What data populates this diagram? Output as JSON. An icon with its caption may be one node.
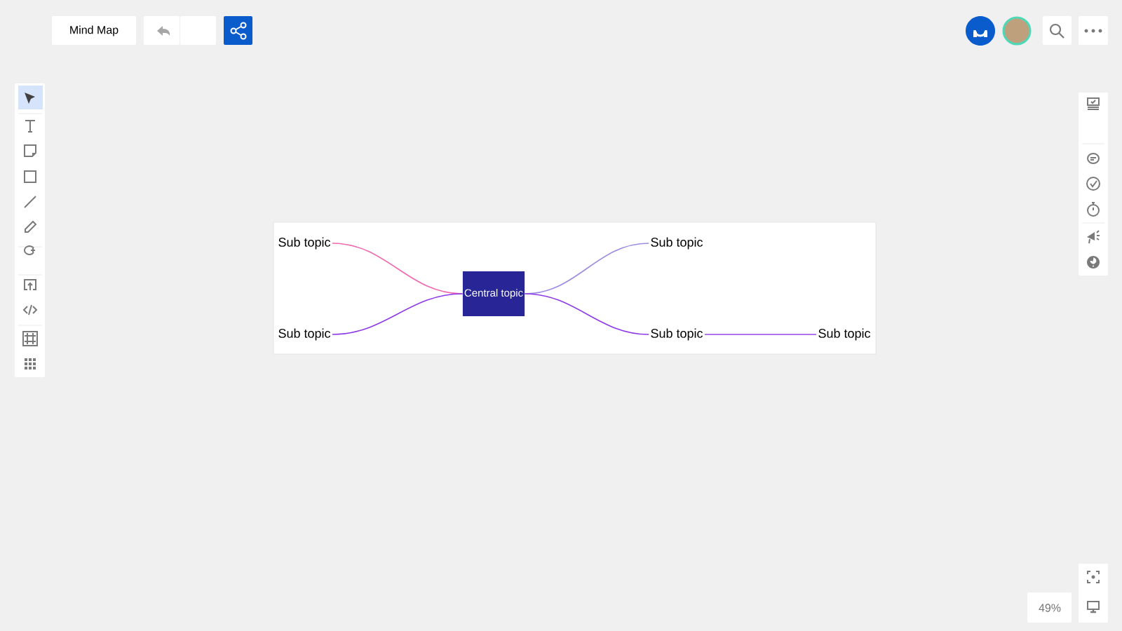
{
  "diagram": {
    "nodes": [
      {
        "text": [
          "Sub topic"
        ]
      },
      {
        "text": [
          "Sub topic"
        ]
      },
      {
        "text": [
          "Central topic"
        ]
      },
      {
        "text": [
          "Sub topic"
        ]
      },
      {
        "text": [
          "Sub topic"
        ]
      },
      {
        "text": [
          "Sub topic"
        ]
      }
    ],
    "edges": [
      {
        "from": 2,
        "to": 0,
        "arrow": "none",
        "color": "#f06aaf"
      },
      {
        "from": 2,
        "to": 1,
        "arrow": "none",
        "color": "#9b8ee0"
      },
      {
        "from": 2,
        "to": 3,
        "arrow": "none",
        "color": "#8e3ae6"
      },
      {
        "from": 2,
        "to": 4,
        "arrow": "none",
        "color": "#8e3ae6"
      },
      {
        "from": 4,
        "to": 5,
        "arrow": "none",
        "color": "#9b45e8"
      }
    ],
    "labels": [
      "Mind Map",
      "49%"
    ]
  }
}
